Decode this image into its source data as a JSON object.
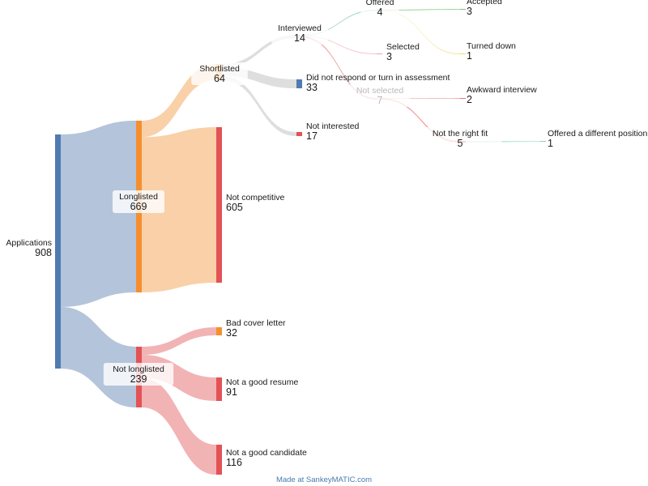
{
  "nodes": [
    {
      "id": "applications",
      "name": "Applications",
      "value": "908",
      "color": "#4f7bb1"
    },
    {
      "id": "longlisted",
      "name": "Longlisted",
      "value": "669",
      "color": "#f58f2e"
    },
    {
      "id": "not_longlisted",
      "name": "Not longlisted",
      "value": "239",
      "color": "#e35255"
    },
    {
      "id": "shortlisted",
      "name": "Shortlisted",
      "value": "64",
      "color": "#f58f2e"
    },
    {
      "id": "not_competitive",
      "name": "Not competitive",
      "value": "605",
      "color": "#e35255"
    },
    {
      "id": "bad_cover_letter",
      "name": "Bad cover letter",
      "value": "32",
      "color": "#f58f2e"
    },
    {
      "id": "not_good_resume",
      "name": "Not a good resume",
      "value": "91",
      "color": "#e35255"
    },
    {
      "id": "not_good_candidate",
      "name": "Not a good candidate",
      "value": "116",
      "color": "#e35255"
    },
    {
      "id": "interviewed",
      "name": "Interviewed",
      "value": "14",
      "color": "#d0d0d0"
    },
    {
      "id": "did_not_respond",
      "name": "Did not respond or turn in assessment",
      "value": "33",
      "color": "#4f7bb1"
    },
    {
      "id": "not_interested",
      "name": "Not interested",
      "value": "17",
      "color": "#e35255"
    },
    {
      "id": "offered",
      "name": "Offered",
      "value": "4",
      "color": "#7fbf7f"
    },
    {
      "id": "selected",
      "name": "Selected",
      "value": "3",
      "color": "#f0a0b0"
    },
    {
      "id": "not_selected",
      "name": "Not selected",
      "value": "7",
      "color": "#d8d8d8"
    },
    {
      "id": "accepted",
      "name": "Accepted",
      "value": "3",
      "color": "#7fbf7f"
    },
    {
      "id": "turned_down",
      "name": "Turned down",
      "value": "1",
      "color": "#e8e070"
    },
    {
      "id": "awkward_interview",
      "name": "Awkward interview",
      "value": "2",
      "color": "#e07b6c"
    },
    {
      "id": "not_right_fit",
      "name": "Not the right fit",
      "value": "5",
      "color": "#e35255"
    },
    {
      "id": "offered_different",
      "name": "Offered a different position",
      "value": "1",
      "color": "#8fcfc9"
    }
  ],
  "flows": [
    {
      "from": "Applications",
      "to": "Longlisted",
      "value": 669,
      "color": "#a7bad3"
    },
    {
      "from": "Applications",
      "to": "Not longlisted",
      "value": 239,
      "color": "#a7bad3"
    },
    {
      "from": "Longlisted",
      "to": "Shortlisted",
      "value": 64,
      "color": "#f8c899"
    },
    {
      "from": "Longlisted",
      "to": "Not competitive",
      "value": 605,
      "color": "#f8c899"
    },
    {
      "from": "Not longlisted",
      "to": "Bad cover letter",
      "value": 32,
      "color": "#f0a6a8"
    },
    {
      "from": "Not longlisted",
      "to": "Not a good resume",
      "value": 91,
      "color": "#f0a6a8"
    },
    {
      "from": "Not longlisted",
      "to": "Not a good candidate",
      "value": 116,
      "color": "#f0a6a8"
    },
    {
      "from": "Shortlisted",
      "to": "Interviewed",
      "value": 14,
      "color": "#d8d8d8"
    },
    {
      "from": "Shortlisted",
      "to": "Did not respond or turn in assessment",
      "value": 33,
      "color": "#d8d8d8"
    },
    {
      "from": "Shortlisted",
      "to": "Not interested",
      "value": 17,
      "color": "#d8d8d8"
    },
    {
      "from": "Interviewed",
      "to": "Offered",
      "value": 4,
      "color": "#a8d8d2"
    },
    {
      "from": "Interviewed",
      "to": "Selected",
      "value": 3,
      "color": "#f4b8c4"
    },
    {
      "from": "Interviewed",
      "to": "Not selected",
      "value": 7,
      "color": "#f0a0a0"
    },
    {
      "from": "Offered",
      "to": "Accepted",
      "value": 3,
      "color": "#8fcf8f"
    },
    {
      "from": "Offered",
      "to": "Turned down",
      "value": 1,
      "color": "#eee38a"
    },
    {
      "from": "Not selected",
      "to": "Awkward interview",
      "value": 2,
      "color": "#ec9c90"
    },
    {
      "from": "Not selected",
      "to": "Not the right fit",
      "value": 5,
      "color": "#f08a8a"
    },
    {
      "from": "Not the right fit",
      "to": "Offered a different position",
      "value": 1,
      "color": "#b4e0db"
    }
  ],
  "footer": {
    "text": "Made at SankeyMATIC.com",
    "color": "#4a7ab0"
  }
}
